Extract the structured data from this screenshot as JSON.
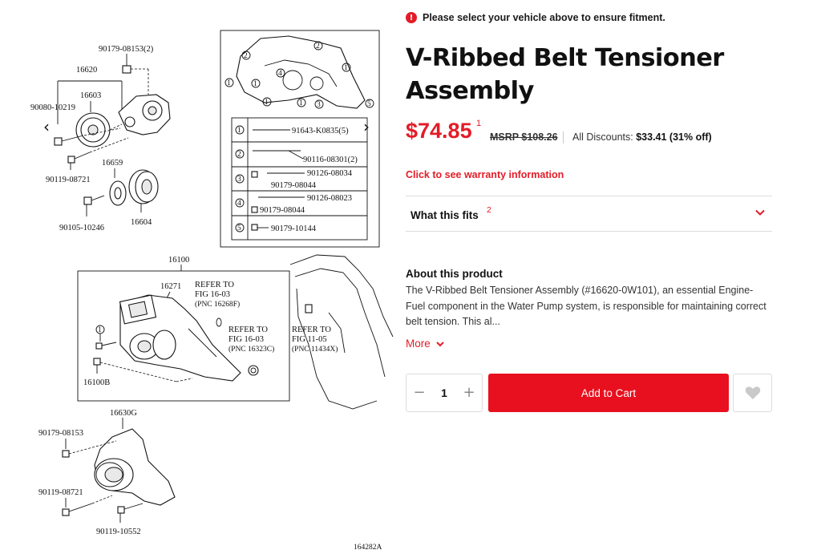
{
  "diagram": {
    "labels": {
      "p1": "90179-08153(2)",
      "p2": "16620",
      "p3": "16603",
      "p4": "90080-10219",
      "p5": "90119-08721",
      "p6": "16659",
      "p7": "90105-10246",
      "p8": "16604",
      "p9": "16100",
      "p10": "16271",
      "p11": "REFER TO",
      "p12": "FIG 16-03",
      "p13": "(PNC 16268F)",
      "p14": "REFER TO",
      "p15": "FIG 16-03",
      "p16": "(PNC 16323C)",
      "p17": "REFER TO",
      "p18": "FIG 11-05",
      "p19": "(PNC 11434X)",
      "p20": "16100B",
      "p21": "16630G",
      "p22": "90179-08153",
      "p23": "90119-08721",
      "p24": "90119-10552",
      "p25": "164282A"
    },
    "legend": [
      {
        "num": "1",
        "part": "91643-K0835(5)",
        "part2": ""
      },
      {
        "num": "2",
        "part": "90116-08301(2)",
        "part2": ""
      },
      {
        "num": "3",
        "part": "90126-08034",
        "part2": "90179-08044"
      },
      {
        "num": "4",
        "part": "90126-08023",
        "part2": "90179-08044"
      },
      {
        "num": "5",
        "part": "90179-10144",
        "part2": ""
      }
    ],
    "prev_arrow": "‹",
    "next_arrow": "›"
  },
  "product": {
    "fitment_icon": "!",
    "fitment_notice": "Please select your vehicle above to ensure fitment.",
    "title": "V-Ribbed Belt Tensioner Assembly",
    "price": "$74.85",
    "price_footnote": "1",
    "msrp": "MSRP $108.26",
    "discount_label": "All Discounts:",
    "discount_value": "$33.41 (31% off)",
    "warranty_link": "Click to see warranty information",
    "fits_label": "What this fits",
    "fits_footnote": "2",
    "about_heading": "About this product",
    "about_text": "The V-Ribbed Belt Tensioner Assembly (#16620-0W101), an essential Engine-Fuel component in the Water Pump system, is responsible for maintaining correct belt tension. This al...",
    "more_label": "More",
    "quantity": "1",
    "minus": "−",
    "plus": "+",
    "add_to_cart": "Add to Cart",
    "colors": {
      "accent": "#e31c27",
      "button": "#e8101e"
    }
  }
}
